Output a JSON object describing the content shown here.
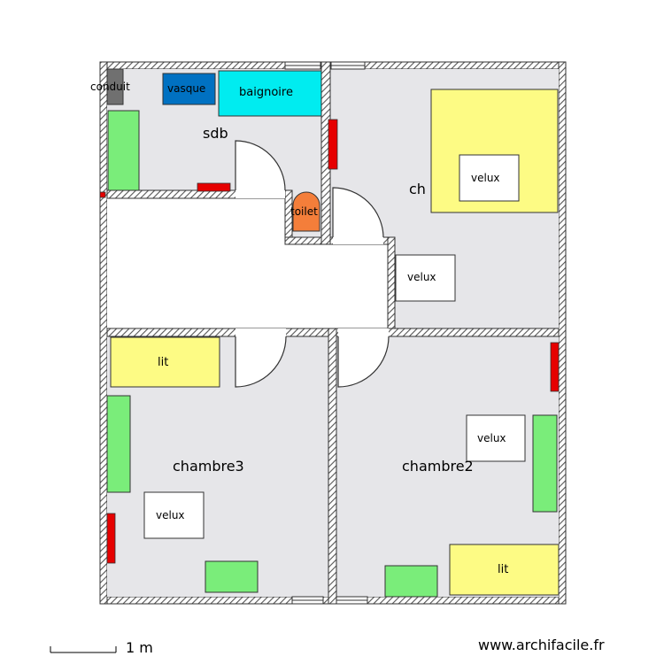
{
  "rooms": {
    "sdb": "sdb",
    "chambre_top": "ch",
    "chambre2": "chambre2",
    "chambre3": "chambre3"
  },
  "fixtures": {
    "conduit": "conduit",
    "vasque": "vasque",
    "baignoire": "baignoire",
    "toilet": "toilet",
    "velux": "velux",
    "lit": "lit"
  },
  "colors": {
    "wall_hatch": "#555555",
    "floor": "#e6e6e9",
    "hall": "#ffffff",
    "bed": "#fdfb84",
    "radiator": "#e60000",
    "furniture_green": "#7aed7a",
    "bath": "#00ecf0",
    "basin": "#0071c2",
    "conduit": "#707070",
    "toilet": "#f47e3a"
  },
  "footer": {
    "scale_label": "1 m",
    "site": "www.archifacile.fr"
  }
}
